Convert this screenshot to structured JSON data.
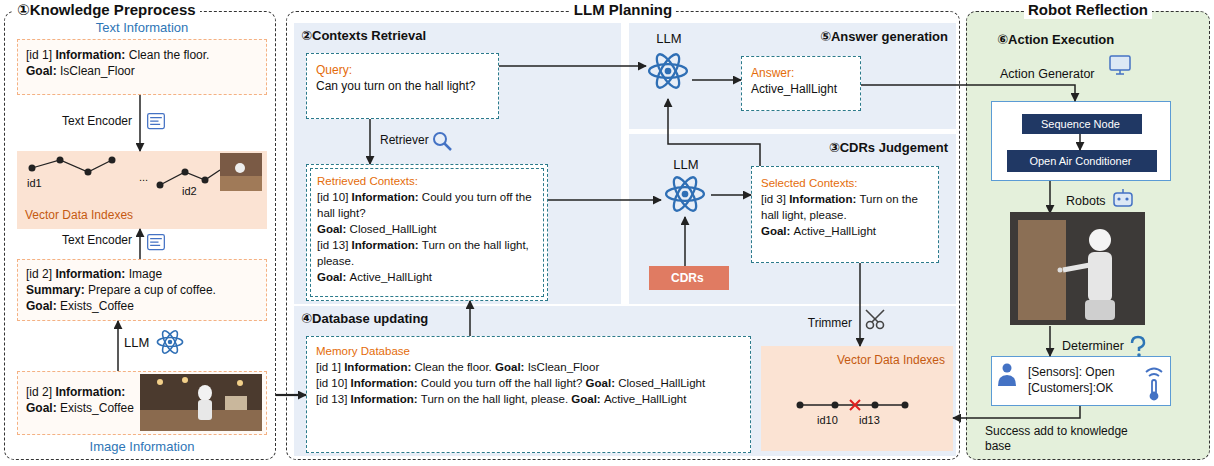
{
  "diagram": {
    "nodes": [
      {
        "text": [
          "①Knowledge Preprocess"
        ]
      },
      {
        "text": [
          "Text Information",
          "[id 1]",
          "Information:",
          "Clean the floor.",
          "Goal:",
          "IsClean_Floor"
        ],
        "in": 0
      },
      {
        "text": [
          "id1",
          "...",
          "id2",
          "Vector Data Indexes"
        ],
        "in": 0
      },
      {
        "text": [
          "[id 2]",
          "Information:",
          "Image",
          "Summary:",
          "Prepare a cup of coffee.",
          "Goal:",
          "Exists_Coffee"
        ],
        "in": 0
      },
      {
        "text": [
          "[id 2]",
          "Information:",
          "Goal:",
          "Exists_Coffee",
          "Image Information"
        ],
        "in": 0
      },
      {
        "text": [
          "LLM Planning"
        ]
      },
      {
        "text": [
          "②Contexts Retrieval"
        ],
        "in": 5
      },
      {
        "text": [
          "Query:",
          "Can you turn on the hall light?"
        ],
        "in": 6
      },
      {
        "text": [
          "Retrieved Contexts:",
          "[id 10]",
          "Information:",
          "Could you turn off the hall light?",
          "Goal:",
          "Closed_HallLight",
          "[id 13]",
          "Information:",
          "Turn on the hall light, please.",
          "Goal:",
          "Active_HallLight"
        ],
        "in": 6
      },
      {
        "text": [
          "⑤Answer generation"
        ],
        "in": 5
      },
      {
        "text": [
          "LLM"
        ],
        "in": 9
      },
      {
        "text": [
          "Answer:",
          "Active_HallLight"
        ],
        "in": 9
      },
      {
        "text": [
          "③CDRs Judgement"
        ],
        "in": 5
      },
      {
        "text": [
          "LLM"
        ],
        "in": 12
      },
      {
        "text": [
          "CDRs"
        ],
        "in": 12
      },
      {
        "text": [
          "Selected Contexts:",
          "[id 3]",
          "Information:",
          "Turn on the hall light, please.",
          "Goal:",
          "Active_HallLight"
        ],
        "in": 12
      },
      {
        "text": [
          "④Database updating"
        ],
        "in": 5
      },
      {
        "text": [
          "Memory Database",
          "[id 1]",
          "Information:",
          "Clean the floor.",
          "Goal:",
          "IsClean_Floor",
          "[id 10]",
          "Information:",
          "Could you turn off the hall light?",
          "Goal:",
          "Closed_HallLight",
          "[id 13]",
          "Information:",
          "Turn on the hall light, please.",
          "Goal:",
          "Active_HallLight"
        ],
        "in": 16
      },
      {
        "text": [
          "Vector Data Indexes",
          "id10",
          "id13"
        ],
        "in": 16
      },
      {
        "text": [
          "Robot Reflection",
          "⑥Action Execution"
        ]
      },
      {
        "text": [
          "Action Generator"
        ],
        "in": 19
      },
      {
        "text": [
          "Sequence Node"
        ],
        "in": 20
      },
      {
        "text": [
          "Open Air Conditioner"
        ],
        "in": 20
      },
      {
        "text": [
          "Robots"
        ],
        "in": 19
      },
      {
        "text": [
          "Determiner",
          "[Sensors]: Open",
          "[Customers]:OK"
        ],
        "in": 19
      }
    ],
    "edges": [
      {
        "from": 1,
        "to": 2,
        "arrow": "to",
        "label": "Text Encoder"
      },
      {
        "from": 3,
        "to": 2,
        "arrow": "to",
        "label": "Text Encoder"
      },
      {
        "from": 4,
        "to": 3,
        "arrow": "to",
        "label": "LLM"
      },
      {
        "from": 0,
        "to": 17,
        "arrow": "to"
      },
      {
        "from": 7,
        "to": 8,
        "arrow": "to",
        "label": "Retriever"
      },
      {
        "from": 7,
        "to": 10,
        "arrow": "to"
      },
      {
        "from": 10,
        "to": 11,
        "arrow": "to"
      },
      {
        "from": 11,
        "to": 20,
        "arrow": "to"
      },
      {
        "from": 8,
        "to": 13,
        "arrow": "to"
      },
      {
        "from": 14,
        "to": 13,
        "arrow": "to"
      },
      {
        "from": 13,
        "to": 15,
        "arrow": "to"
      },
      {
        "from": 15,
        "to": 10,
        "arrow": "to"
      },
      {
        "from": 15,
        "to": 18,
        "arrow": "to",
        "label": "Trimmer"
      },
      {
        "from": 17,
        "to": 8,
        "arrow": "to"
      },
      {
        "from": 21,
        "to": 22,
        "arrow": "to"
      },
      {
        "from": 20,
        "to": 23,
        "arrow": "to"
      },
      {
        "from": 23,
        "to": 24,
        "arrow": "to"
      },
      {
        "from": 24,
        "to": 18,
        "arrow": "to",
        "label": "Success add to knowledge base"
      }
    ]
  }
}
